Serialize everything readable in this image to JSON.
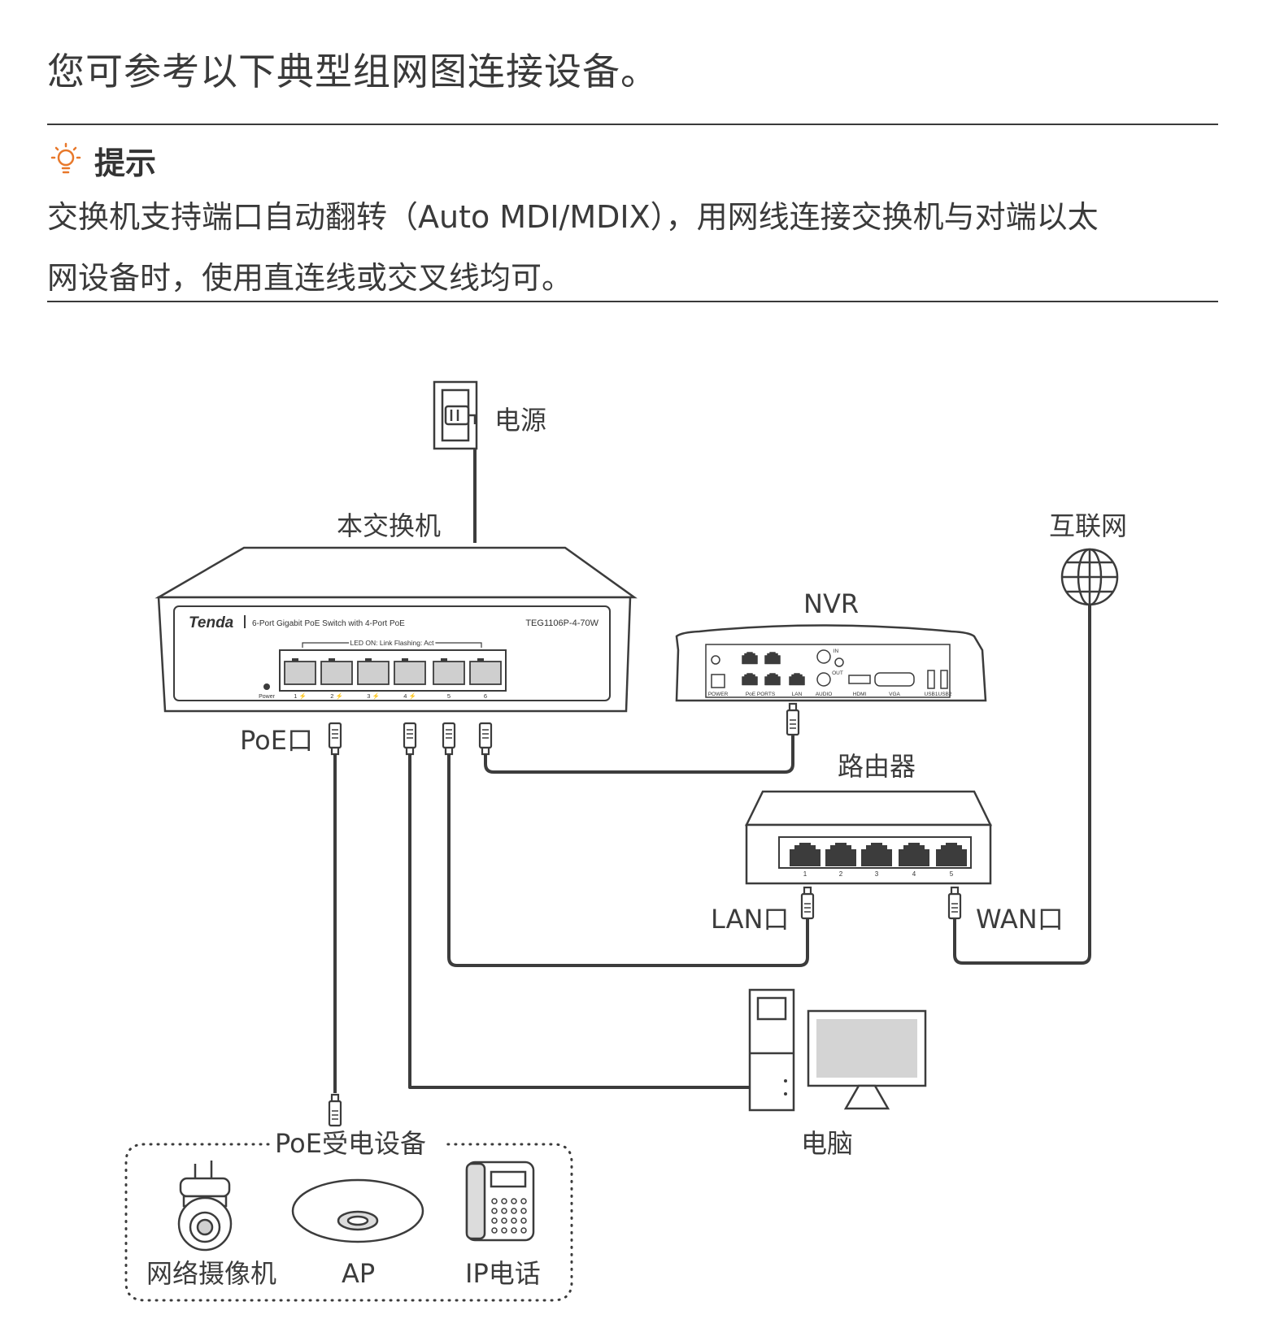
{
  "intro": "您可参考以下典型组网图连接设备。",
  "tip": {
    "title": "提示",
    "icon": "lightbulb-icon",
    "icon_color": "#E8782A",
    "line1": "交换机支持端口自动翻转（Auto  MDI/MDIX），用网线连接交换机与对端以太",
    "line2": "网设备时，使用直连线或交叉线均可。"
  },
  "diagram": {
    "power": "电源",
    "switch_label": "本交换机",
    "internet": "互联网",
    "nvr": "NVR",
    "router": "路由器",
    "poe_port": "PoE口",
    "lan_port": "LAN口",
    "wan_port": "WAN口",
    "pc": "电脑",
    "poe_group": "PoE受电设备",
    "camera": "网络摄像机",
    "ap": "AP",
    "ip_phone": "IP电话",
    "switch_panel": {
      "brand": "Tenda",
      "desc": "6-Port Gigabit PoE Switch with 4-Port PoE",
      "model": "TEG1106P-4-70W",
      "led_note": "LED ON: Link  Flashing: Act",
      "power": "Power",
      "ports": [
        "1 ⚡",
        "2 ⚡",
        "3 ⚡",
        "4 ⚡",
        "5",
        "6"
      ]
    },
    "nvr_panel": {
      "power": "POWER",
      "poe_ports": "PoE  PORTS",
      "lan": "LAN",
      "audio": "AUDIO",
      "audio_in": "IN",
      "audio_out": "OUT",
      "hdmi": "HDMI",
      "vga": "VGA",
      "usb1": "USB1",
      "usb2": "USB2"
    },
    "router_ports": [
      "1",
      "2",
      "3",
      "4",
      "5"
    ]
  },
  "colors": {
    "line": "#3c3c3c",
    "accent": "#E8782A",
    "gray": "#cccccc"
  }
}
